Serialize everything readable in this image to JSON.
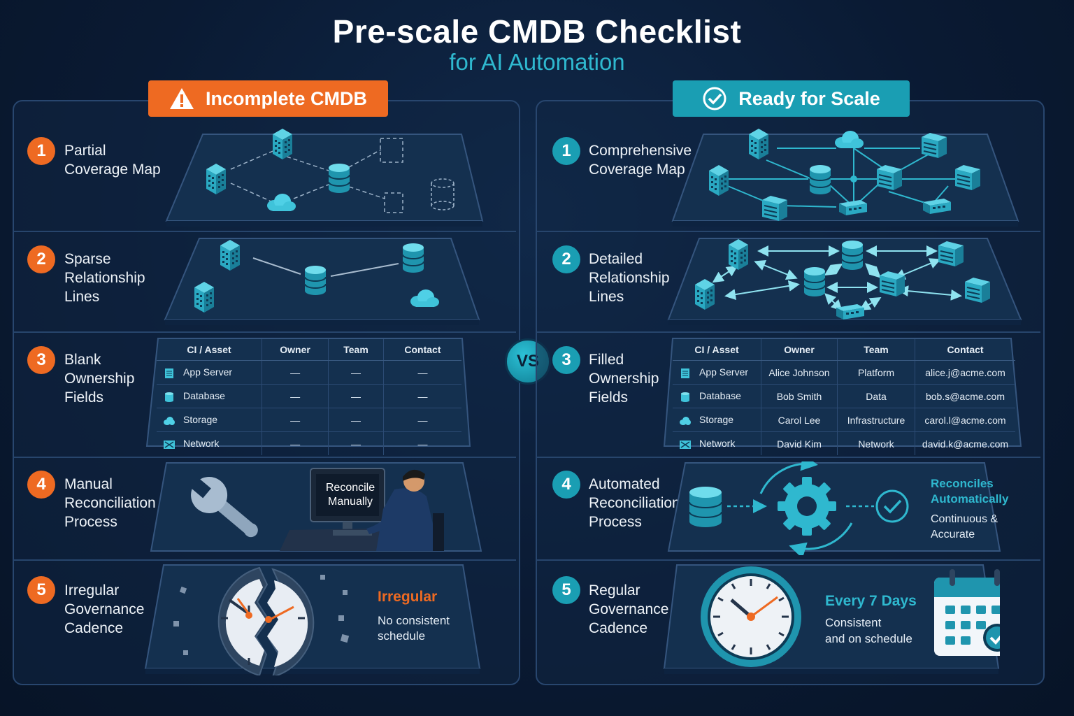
{
  "title": "Pre-scale CMDB Checklist",
  "subtitle": "for AI Automation",
  "vs_label": "VS",
  "left": {
    "header": "Incomplete CMDB",
    "header_icon": "warning-icon",
    "color": "#ee6a22",
    "items": [
      {
        "num": "1",
        "label": "Partial\nCoverage Map"
      },
      {
        "num": "2",
        "label": "Sparse\nRelationship\nLines"
      },
      {
        "num": "3",
        "label": "Blank\nOwnership\nFields"
      },
      {
        "num": "4",
        "label": "Manual\nReconciliation\nProcess"
      },
      {
        "num": "5",
        "label": "Irregular\nGovernance\nCadence"
      }
    ],
    "table": {
      "headers": [
        "CI / Asset",
        "Owner",
        "Team",
        "Contact"
      ],
      "rows": [
        {
          "asset": "App Server",
          "icon": "server-icon",
          "owner": "—",
          "team": "—",
          "contact": "—"
        },
        {
          "asset": "Database",
          "icon": "database-icon",
          "owner": "—",
          "team": "—",
          "contact": "—"
        },
        {
          "asset": "Storage",
          "icon": "cloud-icon",
          "owner": "—",
          "team": "—",
          "contact": "—"
        },
        {
          "asset": "Network",
          "icon": "network-icon",
          "owner": "—",
          "team": "—",
          "contact": "—"
        }
      ]
    },
    "monitor_text": "Reconcile\nManually",
    "cadence_title": "Irregular",
    "cadence_desc": "No consistent\nschedule"
  },
  "right": {
    "header": "Ready for Scale",
    "header_icon": "check-circle-icon",
    "color": "#1a9eb3",
    "items": [
      {
        "num": "1",
        "label": "Comprehensive\nCoverage Map"
      },
      {
        "num": "2",
        "label": "Detailed\nRelationship\nLines"
      },
      {
        "num": "3",
        "label": "Filled\nOwnership\nFields"
      },
      {
        "num": "4",
        "label": "Automated\nReconciliation\nProcess"
      },
      {
        "num": "5",
        "label": "Regular\nGovernance\nCadence"
      }
    ],
    "table": {
      "headers": [
        "CI / Asset",
        "Owner",
        "Team",
        "Contact"
      ],
      "rows": [
        {
          "asset": "App Server",
          "icon": "server-icon",
          "owner": "Alice Johnson",
          "team": "Platform",
          "contact": "alice.j@acme.com"
        },
        {
          "asset": "Database",
          "icon": "database-icon",
          "owner": "Bob Smith",
          "team": "Data",
          "contact": "bob.s@acme.com"
        },
        {
          "asset": "Storage",
          "icon": "cloud-icon",
          "owner": "Carol Lee",
          "team": "Infrastructure",
          "contact": "carol.l@acme.com"
        },
        {
          "asset": "Network",
          "icon": "network-icon",
          "owner": "David Kim",
          "team": "Network",
          "contact": "david.k@acme.com"
        }
      ]
    },
    "auto_title": "Reconciles\nAutomatically",
    "auto_desc": "Continuous &\nAccurate",
    "cadence_title": "Every 7 Days",
    "cadence_desc": "Consistent\nand on schedule"
  }
}
